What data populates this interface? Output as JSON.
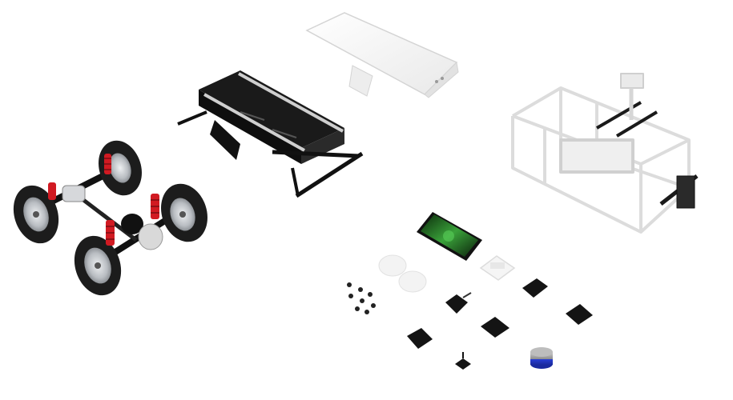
{
  "image": {
    "kind": "exploded product render of a small robot vehicle kit",
    "background": "#ffffff",
    "colors": {
      "tire": "#1c1c1c",
      "rim": "#c9ccd0",
      "spring": "#d11a22",
      "metal_dark": "#141414",
      "shell_white": "#f7f7f7",
      "shell_edge": "#d9d9d9",
      "screen_green": "#2f8f2a",
      "lidar_blue": "#2a3fd6"
    },
    "parts": [
      "chassis-wheels-suspension",
      "battery-frame",
      "top-cover",
      "roll-cage",
      "display-screen",
      "round-stickers",
      "screws",
      "small-modules",
      "lidar-sensor"
    ]
  }
}
